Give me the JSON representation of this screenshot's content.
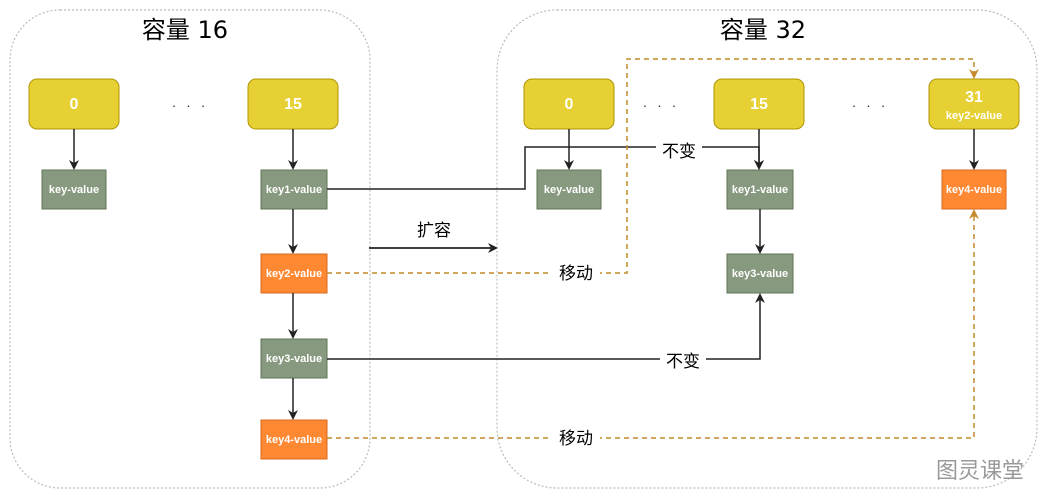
{
  "colors": {
    "bucket": "#E6D034",
    "bucket_border": "#B09500",
    "node_green": "#87997F",
    "node_green_border": "#5F7556",
    "node_orange": "#FF8833",
    "node_orange_border": "#D86A1C",
    "moved_line": "#C48A2C",
    "kept_line": "#222222",
    "container_border": "#BBBBBB"
  },
  "left_group": {
    "title": "容量 16",
    "bucket_first": "0",
    "bucket_dots": "· · ·",
    "bucket_last": "15",
    "first_node": "key-value",
    "chain": [
      "key1-value",
      "key2-value",
      "key3-value",
      "key4-value"
    ]
  },
  "expand_label": "扩容",
  "right_group": {
    "title": "容量 32",
    "bucket_first": "0",
    "bucket_dots_1": "· · ·",
    "bucket_mid": "15",
    "bucket_dots_2": "· · ·",
    "bucket_last": "31",
    "bucket_last_sub": "key2-value",
    "under_0": "key-value",
    "under_15": [
      "key1-value",
      "key3-value"
    ],
    "under_31": "key4-value"
  },
  "edge_labels": {
    "key1_kept": "不变",
    "key2_moved": "移动",
    "key3_kept": "不变",
    "key4_moved": "移动"
  },
  "watermark": "图灵课堂"
}
